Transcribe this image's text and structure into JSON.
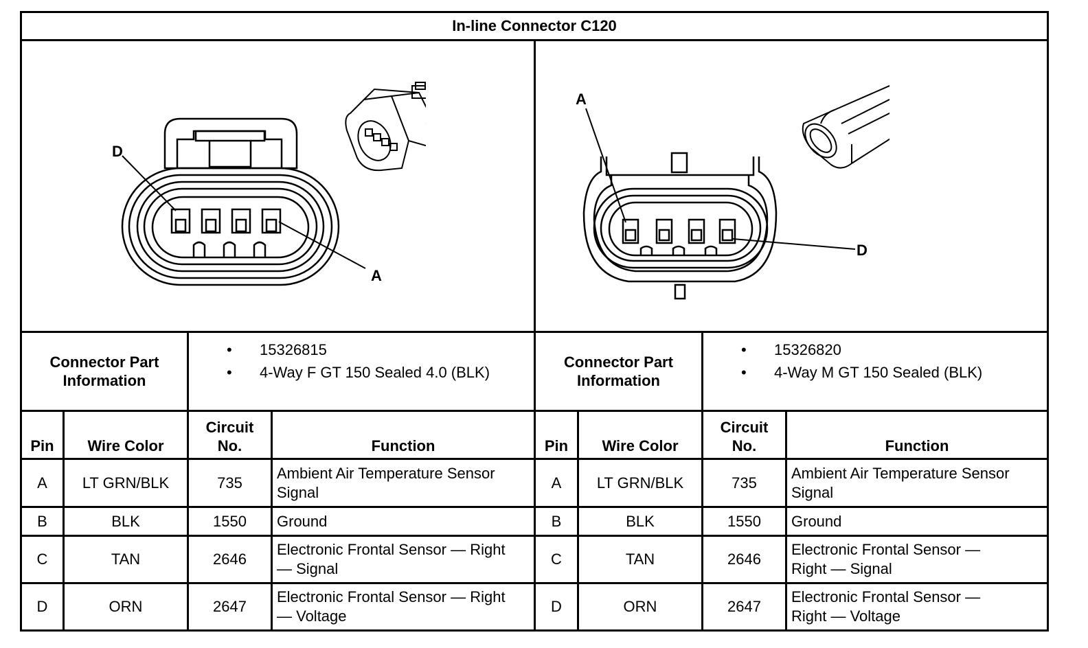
{
  "title": "In-line Connector C120",
  "left": {
    "part_label": "Connector Part Information",
    "part_number": "15326815",
    "part_desc": "4-Way F GT 150 Sealed 4.0 (BLK)",
    "callouts": [
      "D",
      "A"
    ]
  },
  "right": {
    "part_label": "Connector Part Information",
    "part_number": "15326820",
    "part_desc": "4-Way M GT 150 Sealed (BLK)",
    "callouts": [
      "A",
      "D"
    ]
  },
  "bullet": "•",
  "columns": [
    "Pin",
    "Wire Color",
    "Circuit No.",
    "Function"
  ],
  "rows": [
    {
      "pin": "A",
      "color": "LT GRN/BLK",
      "circuit": "735",
      "function": "Ambient Air Temperature Sensor Signal"
    },
    {
      "pin": "B",
      "color": "BLK",
      "circuit": "1550",
      "function": "Ground"
    },
    {
      "pin": "C",
      "color": "TAN",
      "circuit": "2646",
      "function": "Electronic Frontal Sensor — Right — Signal"
    },
    {
      "pin": "D",
      "color": "ORN",
      "circuit": "2647",
      "function": "Electronic Frontal Sensor — Right — Voltage"
    }
  ]
}
